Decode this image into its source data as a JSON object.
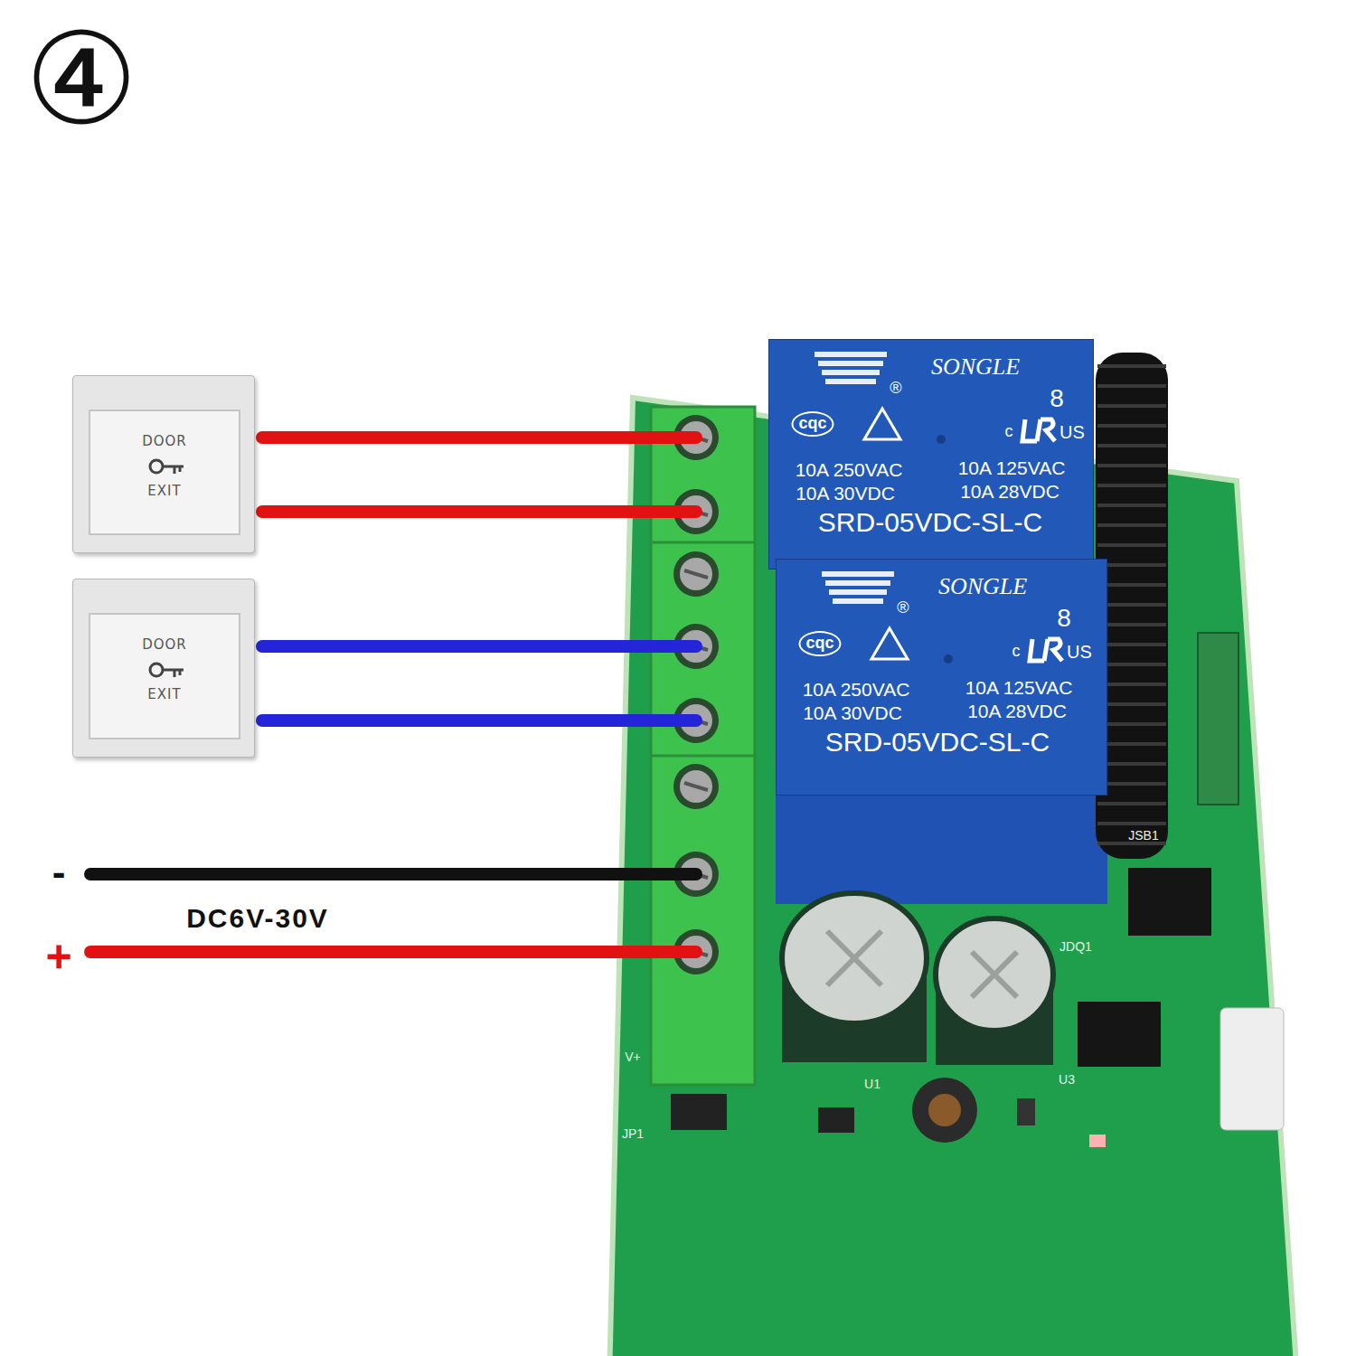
{
  "diagram": {
    "nodes": [
      {
        "text": [
          "DOOR",
          "EXIT"
        ]
      },
      {
        "text": [
          "DOOR",
          "EXIT"
        ]
      },
      {
        "text": [
          "SONGLE",
          "®",
          "cqc",
          "8",
          "c",
          "US",
          "10A 250VAC",
          "10A 125VAC",
          "10A 30VDC",
          "10A 28VDC",
          "SRD-05VDC-SL-C"
        ]
      },
      {
        "text": [
          "SONGLE",
          "®",
          "cqc",
          "8",
          "c",
          "US",
          "10A 250VAC",
          "10A 125VAC",
          "10A 30VDC",
          "10A 28VDC",
          "SRD-05VDC-SL-C"
        ]
      }
    ],
    "labels": [
      "④",
      "-",
      "DC6V-30V",
      "+",
      "JSB1",
      "JDQ1",
      "U1",
      "U3",
      "JP1",
      "V+"
    ]
  }
}
